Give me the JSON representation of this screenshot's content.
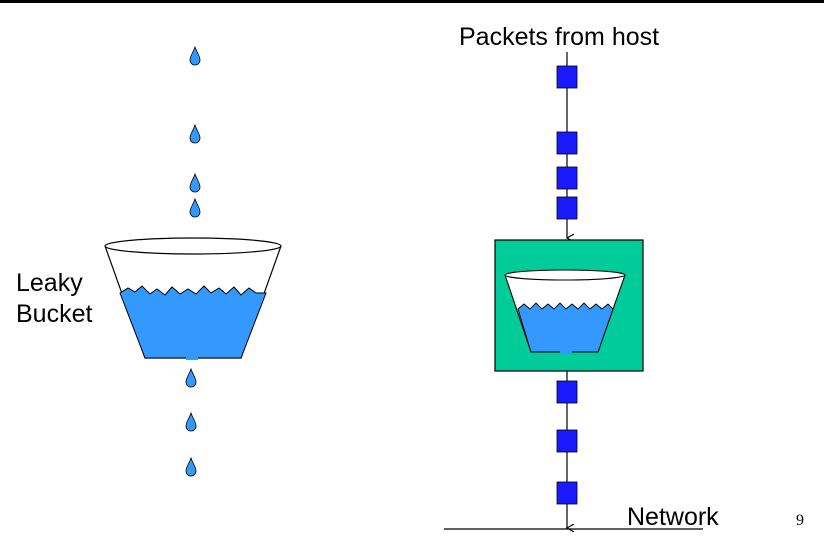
{
  "labels": {
    "leaky_line1": "Leaky",
    "leaky_line2": "Bucket",
    "packets_from_host": "Packets from host",
    "network": "Network",
    "page_number": "9"
  },
  "colors": {
    "water": "#3399ff",
    "packet": "#1a1aff",
    "shaper_box": "#00cc99",
    "line": "#000000"
  }
}
